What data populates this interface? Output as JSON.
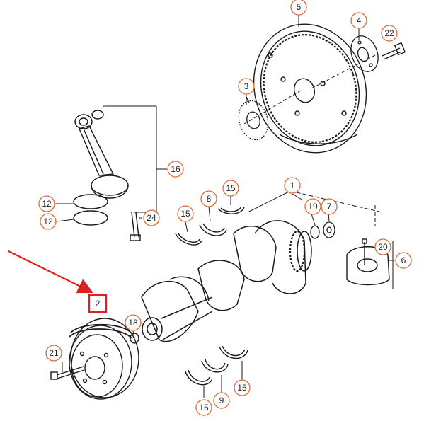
{
  "colors": {
    "line": "#1a1a1a",
    "callout_ring": "#e06a3a",
    "highlight": "#e02020",
    "background": "#ffffff"
  },
  "callouts": [
    {
      "id": "callout-5",
      "label": "5"
    },
    {
      "id": "callout-4",
      "label": "4"
    },
    {
      "id": "callout-22",
      "label": "22"
    },
    {
      "id": "callout-3",
      "label": "3"
    },
    {
      "id": "callout-16",
      "label": "16"
    },
    {
      "id": "callout-1",
      "label": "1"
    },
    {
      "id": "callout-8",
      "label": "8"
    },
    {
      "id": "callout-15a",
      "label": "15"
    },
    {
      "id": "callout-12a",
      "label": "12"
    },
    {
      "id": "callout-12b",
      "label": "12"
    },
    {
      "id": "callout-24",
      "label": "24"
    },
    {
      "id": "callout-15b",
      "label": "15"
    },
    {
      "id": "callout-19",
      "label": "19"
    },
    {
      "id": "callout-7",
      "label": "7"
    },
    {
      "id": "callout-20",
      "label": "20"
    },
    {
      "id": "callout-6",
      "label": "6"
    },
    {
      "id": "callout-18",
      "label": "18"
    },
    {
      "id": "callout-21",
      "label": "21"
    },
    {
      "id": "callout-15c",
      "label": "15"
    },
    {
      "id": "callout-9",
      "label": "9"
    },
    {
      "id": "callout-15d",
      "label": "15"
    }
  ],
  "highlighted_part": {
    "label": "2"
  }
}
